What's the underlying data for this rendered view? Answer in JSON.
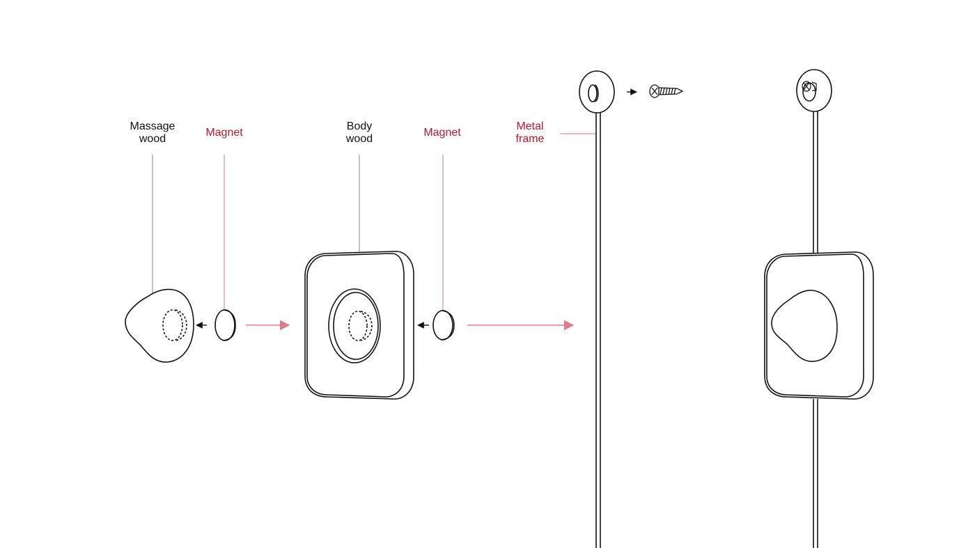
{
  "labels": {
    "massage_wood": "Massage\nwood",
    "magnet_1": "Magnet",
    "body_wood": "Body\nwood",
    "magnet_2": "Magnet",
    "metal_frame": "Metal\nframe"
  },
  "colors": {
    "line": "#111111",
    "accent_red": "#c0142c",
    "leader_gray": "#9a9a9a",
    "leader_pink": "#e8889a",
    "arrow_pink": "#e07a8c"
  },
  "icons": {
    "screw": "screw-icon",
    "flow_arrow": "arrow-right-icon",
    "small_arrow": "arrow-left-icon"
  }
}
